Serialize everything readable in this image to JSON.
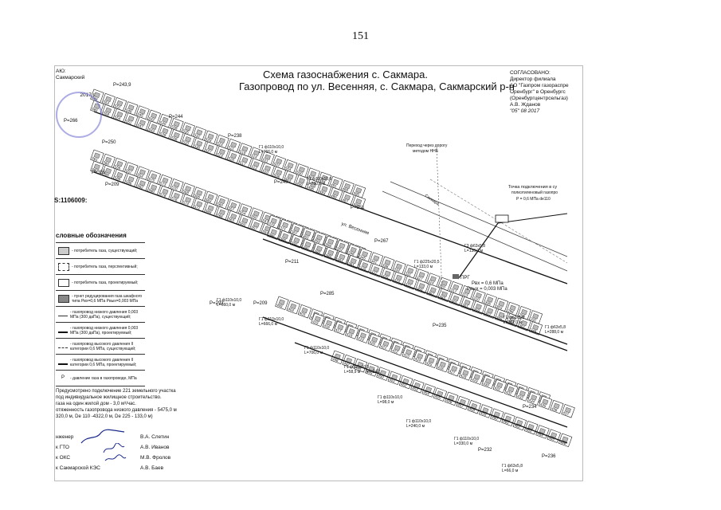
{
  "page_number": "151",
  "header": {
    "title_line1": "Схема  газоснабжения  с. Сакмара.",
    "title_line2": "Газопровод по ул. Весенняя, с. Сакмара, Сакмарский р-н"
  },
  "approval_left": [
    "АЮ:",
    "Сакмарский",
    "2017 г."
  ],
  "agreement": [
    "СОГЛАСОВАНО:",
    "Директор филиала",
    "АО \"Газпром газораспре",
    "Оренбург\" в Оренбургс",
    "(Оренбургцентрсельгаз)",
    "А.В. Жданов",
    "\"05\"    08    2017"
  ],
  "cadastral": "S:1106009:",
  "legend": {
    "title": "словные обозначения",
    "items": [
      "- потребитель газа, существующий;",
      "- потребитель газа, перспективный;",
      "- потребитель газа, проектируемый;",
      "- пункт редуцирования газа шкафного типа   Рвх=0,6 МПа   Рвых=0,003 МПа",
      "- газопровод низкого давления 0,003 МПа (300 даПа), существующий;",
      "- газопровод низкого давления 0,003 МПа (300 даПа), проектируемый;",
      "- газопровод высокого давления II категории 0,6 МПа, существующий;",
      "- газопровод высокого давления II категории 0,6 МПа, проектируемый;",
      "- давление газа в газопроводе, МПа"
    ]
  },
  "notes": [
    "Предусмотрено подключение 221 земельного участка",
    "под индивидуальное жилищное строительство.",
    "газа на один жилой дом - 3,0 м³/час.",
    "отяженность газопровода низкого давления - 5475,0 м",
    "320,0 м, De 110 -4322,0 м, De 225 - 133,0 м)"
  ],
  "signatures": [
    {
      "role": "нженер",
      "name": "В.А. Слетин"
    },
    {
      "role": "к ГТО",
      "name": "А.В. Иванов"
    },
    {
      "role": "к ОКС",
      "name": "М.В. Фролов"
    },
    {
      "role": "к Сакмарской  КЭС",
      "name": "А.В. Баев"
    }
  ],
  "map": {
    "pressures": [
      "P=243,9",
      "P=244",
      "P=238",
      "P=249",
      "P=250",
      "P=355",
      "P=209",
      "P=251",
      "P=267",
      "P=211",
      "P=209",
      "P=293",
      "P=285",
      "P=235",
      "P=242",
      "P=234",
      "P=232",
      "P=236",
      "P=266"
    ],
    "pipes": [
      {
        "name": "Г1 ф110х10,0",
        "length": "L=766,0 м"
      },
      {
        "name": "Г1 ф110х10,0",
        "length": "L=780,0 м"
      },
      {
        "name": "Г1 ф225х20,5",
        "length": "L=133,0 м"
      },
      {
        "name": "Г3 ф63х5,8",
        "length": "L=130,0 м"
      },
      {
        "name": "Г1 ф110х10,0",
        "length": "L=660,0 м"
      },
      {
        "name": "Г1 ф110х10,0",
        "length": "L=666,0 м"
      },
      {
        "name": "Г1 ф110х10,0",
        "length": "L=706,0 м"
      },
      {
        "name": "Г1 ф110х10,0",
        "length": "L=58,9 м"
      },
      {
        "name": "Г1 ф110х10,0",
        "length": "L=98,0 м"
      },
      {
        "name": "Г1 ф110х10,0",
        "length": "L=240,0 м"
      },
      {
        "name": "Г1 ф110х10,0",
        "length": "L=330,0 м"
      },
      {
        "name": "Г1 ф63х5,8",
        "length": "L=361,0 м"
      },
      {
        "name": "Г1 ф63х5,8",
        "length": "L=288,0 м"
      },
      {
        "name": "Г1 ф63х5,8",
        "length": "L=66,0 м"
      }
    ],
    "street": "ул. Весенняя",
    "road": "Сакмара",
    "crossing": [
      "Переход через дорогу",
      "методом ННБ"
    ],
    "connection": [
      "Точка подключения в су",
      "полиэтиленовый газопро",
      "P = 0,6 МПа   de110"
    ],
    "prg": {
      "label": "ПРГ",
      "pin": "Рвх = 0,6 МПа",
      "pout": "Рвых = 0,003 МПа"
    },
    "lot_rows": [
      [
        "566",
        "554",
        "552",
        "548",
        "545",
        "542",
        "540",
        "538",
        "535",
        "532",
        "529",
        "524",
        "521",
        "518",
        "514",
        "511",
        "507",
        "504",
        "500",
        "497",
        "494",
        "491",
        "488",
        "485"
      ],
      [
        "565",
        "558",
        "554",
        "551",
        "547",
        "543",
        "539",
        "536",
        "533",
        "530",
        "527",
        "523",
        "520",
        "517",
        "513",
        "510",
        "506",
        "503",
        "499",
        "496",
        "493",
        "490",
        "487",
        "484"
      ],
      [
        "561",
        "560",
        "556",
        "557",
        "554",
        "575",
        "573",
        "570",
        "568",
        "566",
        "563",
        "560",
        "557",
        "554",
        "550",
        "547",
        "544",
        "541",
        "538",
        "535",
        "532",
        "529",
        "526",
        "523"
      ],
      [
        "580",
        "590",
        "589",
        "586",
        "582",
        "580",
        "578",
        "576",
        "574",
        "572",
        "569",
        "566",
        "563",
        "560",
        "557",
        "554",
        "551",
        "548",
        "545",
        "542",
        "539",
        "536",
        "533",
        "530"
      ],
      [
        "379",
        "371",
        "367",
        "363",
        "359",
        "356",
        "352",
        "348",
        "345",
        "341",
        "338",
        "334",
        "331",
        "327",
        "324",
        "320",
        "317",
        "313",
        "310",
        "306",
        "303",
        "299",
        "296",
        "292"
      ],
      [
        "386",
        "395",
        "392",
        "390",
        "388",
        "385",
        "383",
        "381",
        "379",
        "377",
        "375",
        "373",
        "371",
        "369",
        "367",
        "365",
        "363",
        "361",
        "359",
        "357",
        "355",
        "353",
        "351",
        "349"
      ],
      [
        "405",
        "404",
        "403",
        "402",
        "401",
        "400",
        "399",
        "398",
        "397",
        "396",
        "395",
        "394",
        "393",
        "392",
        "391",
        "390",
        "389",
        "388",
        "387",
        "386",
        "385",
        "384",
        "383",
        "382"
      ],
      [
        "415",
        "416",
        "417",
        "418",
        "419",
        "420",
        "421",
        "422",
        "423",
        "424",
        "425",
        "426",
        "427",
        "428",
        "429",
        "430",
        "431",
        "432",
        "433",
        "434",
        "435",
        "436",
        "437",
        "438"
      ],
      [
        "446",
        "447",
        "448",
        "449",
        "450",
        "451",
        "452",
        "453",
        "454",
        "455",
        "456",
        "457",
        "458",
        "459",
        "460",
        "461",
        "462",
        "463",
        "464",
        "465",
        "466",
        "467",
        "468",
        "469"
      ]
    ]
  }
}
